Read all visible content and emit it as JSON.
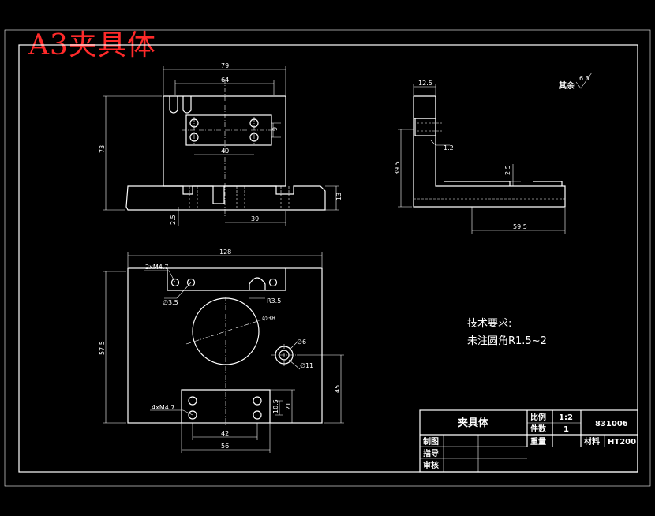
{
  "sheet": {
    "title": "A3夹具体",
    "title_color": "#ff2a2a",
    "background": "#000000",
    "line_color": "#ffffff"
  },
  "front_view": {
    "dims": {
      "width_top": "79",
      "width_inner": "64",
      "slot_w": "40",
      "height": "73",
      "slot_h": "9",
      "base_h": "13",
      "base_t": "2.5",
      "offset": "39"
    }
  },
  "side_view": {
    "dims": {
      "thick": "12.5",
      "lip": "1.2",
      "height": "39.5",
      "slot": "2.5",
      "length": "59.5"
    },
    "roughness": {
      "label": "其余",
      "value": "6.3"
    }
  },
  "top_view": {
    "dims": {
      "width": "128",
      "height": "57.5",
      "hole_spec1": "2xM4.7",
      "chamfer": "∅3.5",
      "note_r": "R3.5",
      "bore": "∅38",
      "small_hole": "∅6",
      "small_hole2": "∅11",
      "dist": "45",
      "hole_spec2": "4xM4.7",
      "pad_h1": "10.5",
      "pad_h2": "21",
      "pad_w1": "42",
      "pad_w2": "56"
    }
  },
  "tech_req": {
    "heading": "技术要求:",
    "line1": "未注圆角R1.5~2"
  },
  "title_block": {
    "part_name": "夹具体",
    "scale_label": "比例",
    "scale_value": "1:2",
    "qty_label": "件数",
    "qty_value": "1",
    "drawing_no": "831006",
    "drawn_label": "制图",
    "weight_label": "重量",
    "material_label": "材料",
    "material_value": "HT200",
    "guide_label": "指导",
    "review_label": "审核"
  }
}
